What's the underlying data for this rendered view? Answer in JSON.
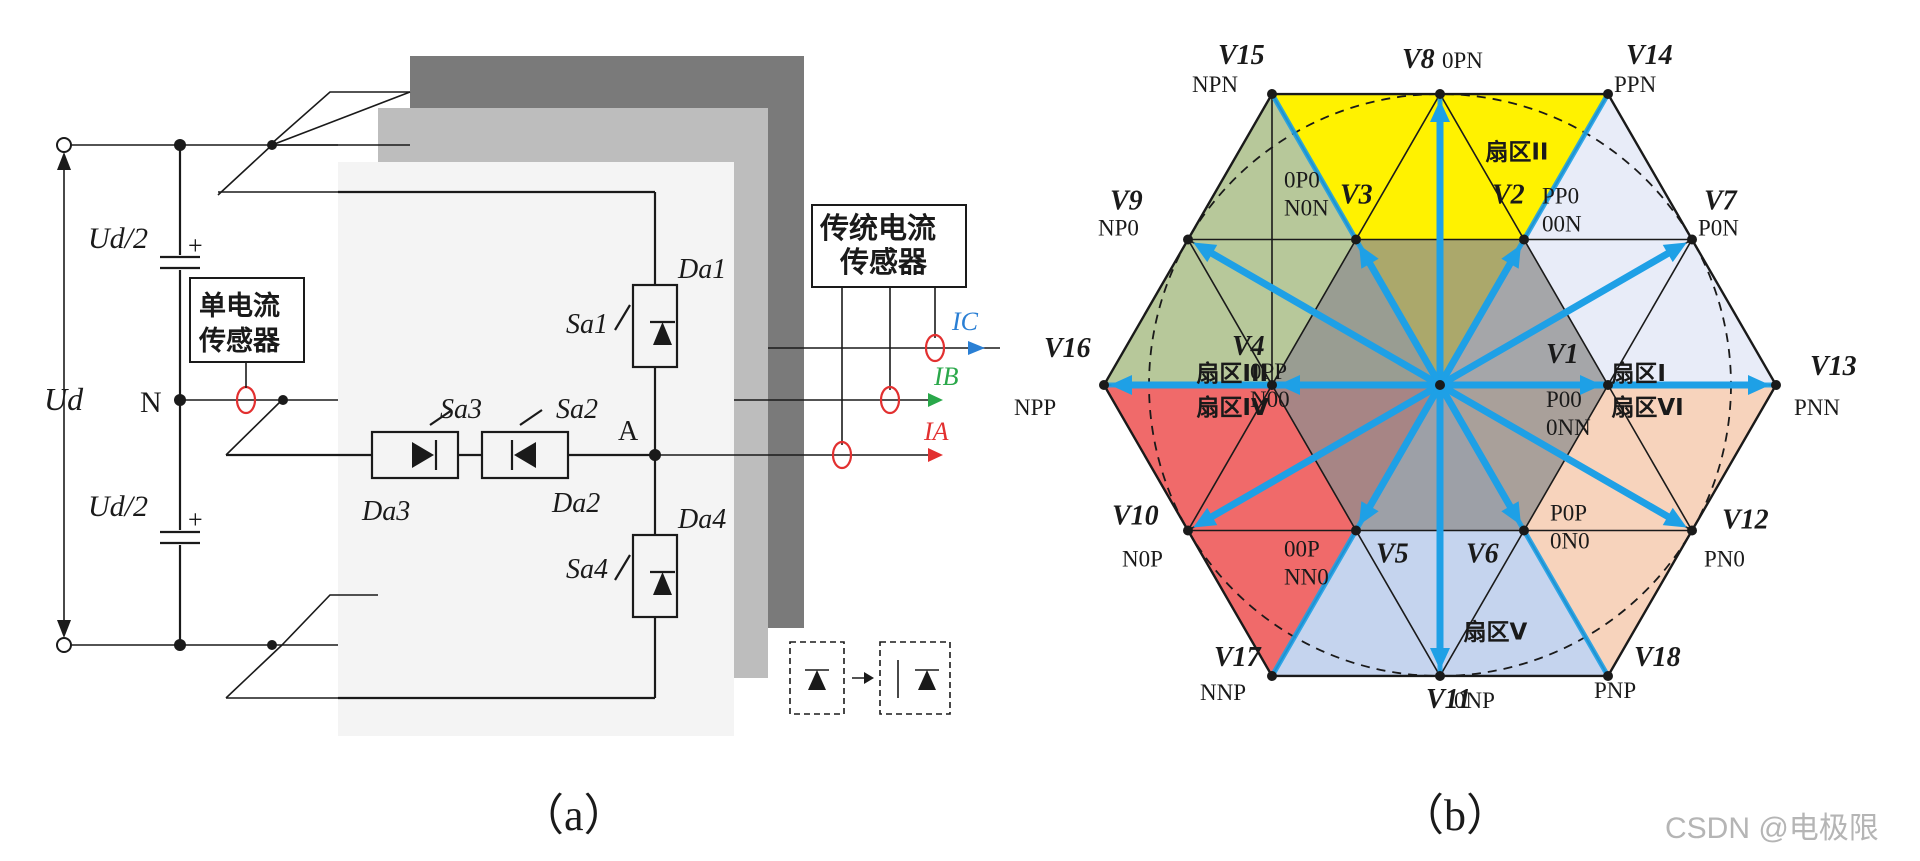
{
  "circuit": {
    "labels": {
      "ud_half_top": "Ud/2",
      "ud": "Ud",
      "ud_half_bottom": "Ud/2",
      "plus": "+",
      "n_node": "N",
      "a_node": "A",
      "single_sensor": [
        "单电流",
        "传感器"
      ],
      "trad_sensor": [
        "传统电流",
        "传感器"
      ],
      "sa1": "Sa1",
      "sa2": "Sa2",
      "sa3": "Sa3",
      "sa4": "Sa4",
      "da1": "Da1",
      "da2": "Da2",
      "da3": "Da3",
      "da4": "Da4",
      "ic": "IC",
      "ib": "IB",
      "ia": "IA"
    },
    "colors": {
      "ic": "#2a7fd4",
      "ib": "#2aa84a",
      "ia": "#e23030",
      "sensor_ring": "#e23030"
    },
    "caption": "（a）"
  },
  "hexagon": {
    "caption": "（b）",
    "colors": {
      "sector_I": "#e8ecf8",
      "sector_II": "#fff200",
      "sector_III": "#b7c89a",
      "sector_IV": "#f06a6a",
      "sector_V": "#c5d4ee",
      "sector_VI": "#f7d3bc",
      "inner": "#8f8f8f",
      "vector": "#1ea0e6"
    },
    "vectors": [
      {
        "name": "V15",
        "states": [
          "NPN"
        ]
      },
      {
        "name": "V8",
        "states": [
          "0PN"
        ]
      },
      {
        "name": "V14",
        "states": [
          "PPN"
        ]
      },
      {
        "name": "V9",
        "states": [
          "NP0"
        ]
      },
      {
        "name": "V3",
        "states": [
          "0P0",
          "N0N"
        ]
      },
      {
        "name": "V2",
        "states": [
          "PP0",
          "00N"
        ]
      },
      {
        "name": "V7",
        "states": [
          "P0N"
        ]
      },
      {
        "name": "V16",
        "states": [
          "NPP"
        ]
      },
      {
        "name": "V4",
        "states": [
          "0PP",
          "N00"
        ]
      },
      {
        "name": "V1",
        "states": [
          "P00",
          "0NN"
        ]
      },
      {
        "name": "V13",
        "states": [
          "PNN"
        ]
      },
      {
        "name": "V10",
        "states": [
          "N0P"
        ]
      },
      {
        "name": "V5",
        "states": [
          "00P",
          "NN0"
        ]
      },
      {
        "name": "V6",
        "states": [
          "P0P",
          "0N0"
        ]
      },
      {
        "name": "V12",
        "states": [
          "PN0"
        ]
      },
      {
        "name": "V17",
        "states": [
          "NNP"
        ]
      },
      {
        "name": "V11",
        "states": [
          "0NP"
        ]
      },
      {
        "name": "V18",
        "states": [
          "PNP"
        ]
      }
    ],
    "sectors": {
      "s1": "扇区I",
      "s2": "扇区II",
      "s3": "扇区III",
      "s4": "扇区IV",
      "s5": "扇区V",
      "s6": "扇区VI"
    }
  },
  "watermark": "CSDN @电极限"
}
